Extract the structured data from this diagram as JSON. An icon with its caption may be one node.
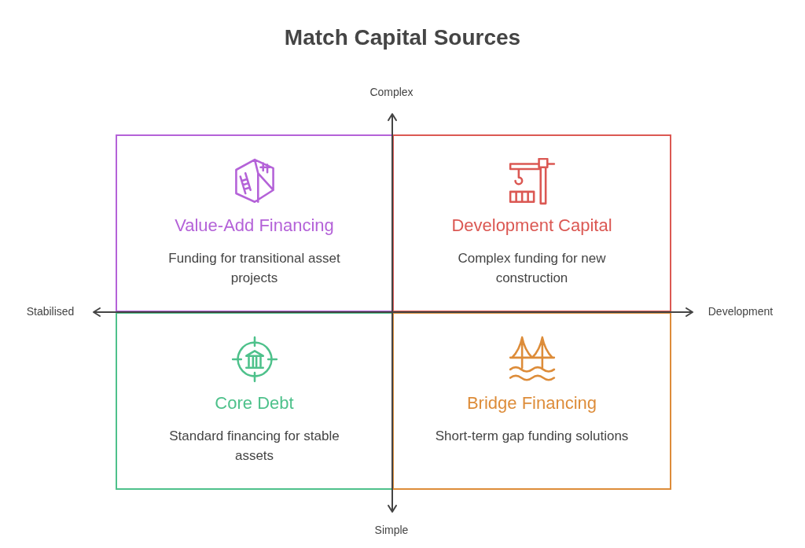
{
  "diagram": {
    "title": "Match Capital Sources",
    "nodes": [
      {
        "text": [
          "Value-Add Financing",
          "Funding for transitional asset projects"
        ]
      },
      {
        "text": [
          "Development Capital",
          "Complex funding for new construction"
        ]
      },
      {
        "text": [
          "Core Debt",
          "Standard financing for stable assets"
        ]
      },
      {
        "text": [
          "Bridge Financing",
          "Short-term gap funding solutions"
        ]
      }
    ],
    "labels": [
      "Complex",
      "Stabilised",
      "Development",
      "Simple"
    ]
  }
}
